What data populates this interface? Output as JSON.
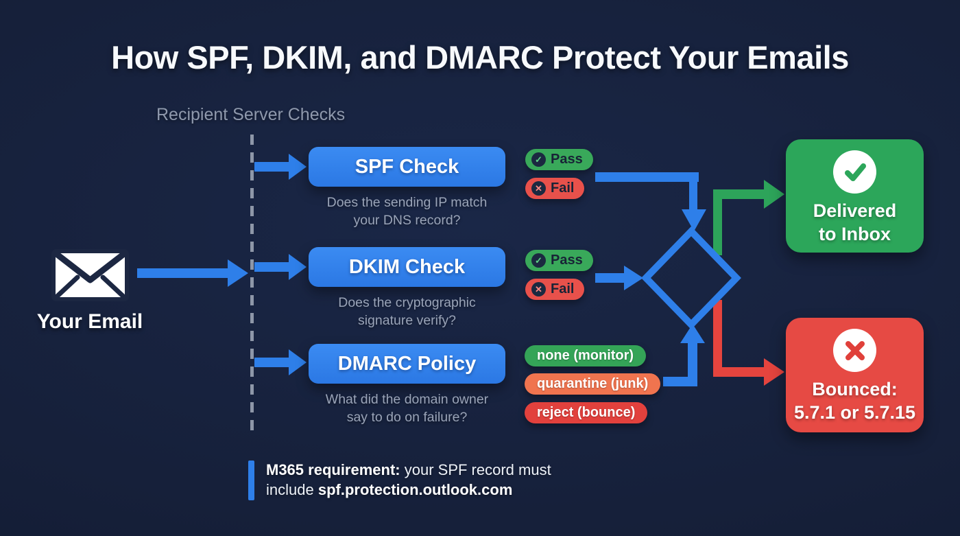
{
  "title": "How SPF, DKIM, and DMARC Protect Your Emails",
  "section_label": "Recipient Server Checks",
  "email": {
    "label": "Your Email"
  },
  "checks": [
    {
      "label": "SPF Check",
      "desc_line1": "Does the sending IP match",
      "desc_line2": "your DNS record?",
      "results": [
        {
          "label": "Pass",
          "icon_glyph": "✓"
        },
        {
          "label": "Fail",
          "icon_glyph": "✕"
        }
      ]
    },
    {
      "label": "DKIM Check",
      "desc_line1": "Does the cryptographic",
      "desc_line2": "signature verify?",
      "results": [
        {
          "label": "Pass",
          "icon_glyph": "✓"
        },
        {
          "label": "Fail",
          "icon_glyph": "✕"
        }
      ]
    },
    {
      "label": "DMARC Policy",
      "desc_line1": "What did the domain owner",
      "desc_line2": "say to do on failure?",
      "policies": [
        {
          "label": "none (monitor)",
          "color": "#34a457"
        },
        {
          "label": "quarantine (junk)",
          "color": "#f0744f"
        },
        {
          "label": "reject (bounce)",
          "color": "#e2413d"
        }
      ]
    }
  ],
  "outcomes": {
    "delivered": {
      "line1": "Delivered",
      "line2": "to Inbox",
      "color": "#2ca65a"
    },
    "bounced": {
      "line1": "Bounced:",
      "line2": "5.7.1 or 5.7.15",
      "color": "#e64a44"
    }
  },
  "note": {
    "line1_bold": "M365 requirement:",
    "line1_rest": " your SPF record must",
    "line2_rest": "include ",
    "line2_bold": "spf.protection.outlook.com"
  },
  "colors": {
    "background": "#16203a",
    "arrow_blue": "#2e7fe9",
    "success_green": "#2ca65a",
    "error_red": "#e5443e",
    "quarantine_orange": "#f0744f",
    "pass_green": "#39a95a",
    "fail_red": "#e8514b",
    "muted_text": "#9aa4b8"
  }
}
